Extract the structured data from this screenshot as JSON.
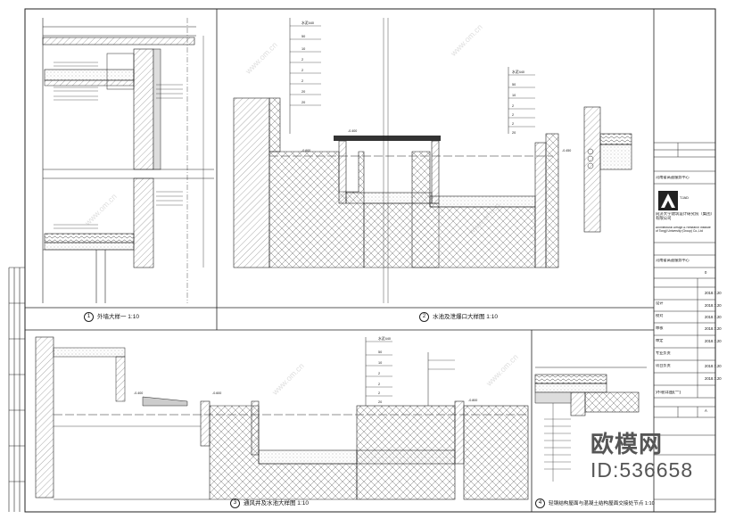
{
  "views": [
    {
      "num": "1",
      "title": "外墙大样一 1:10"
    },
    {
      "num": "2",
      "title": "水池及泄爆口大样图 1:10"
    },
    {
      "num": "3",
      "title": "通风井及水池大样图 1:10"
    },
    {
      "num": "4",
      "title": "轻钢结构屋面与混凝土结构屋面交接处节点 1:10"
    }
  ],
  "layer_callouts": [
    [
      "水泥440",
      "50",
      "10",
      "2",
      "2",
      "2",
      "20",
      "20"
    ],
    [
      "水泥440",
      "50",
      "10",
      "2",
      "2",
      "2",
      "20"
    ],
    [
      "水泥440",
      "50",
      "10",
      "2",
      "2",
      "2",
      "20"
    ]
  ],
  "levels": [
    "-0.600",
    "-0.400",
    "-0.450",
    "-0.400",
    "-0.600",
    "-0.800"
  ],
  "title_block": {
    "project": "河南省高速服务中心",
    "institute": "同济大学建筑设计研究院（集团）有限公司",
    "institute_en": "Architectural Design & Research Institute of Tongji University (Group) Co.,Ltd",
    "logo_text": "TJAD",
    "project_name": "河南省高速服务中心",
    "drawing_title": "外墙详图(一)",
    "rows": [
      "设计",
      "校对",
      "审核",
      "审定",
      "专业负责",
      "项目负责"
    ],
    "dates": [
      "2018.7.20",
      "2018.7.20",
      "2018.7.20",
      "2018.7.20",
      "2018.7.20",
      "2018.7.20",
      "2018.7.20"
    ],
    "sheet_no": "A",
    "revision": "0"
  },
  "watermark": "www.om.cn",
  "brand": "欧模网",
  "brand_id": "ID:536658"
}
